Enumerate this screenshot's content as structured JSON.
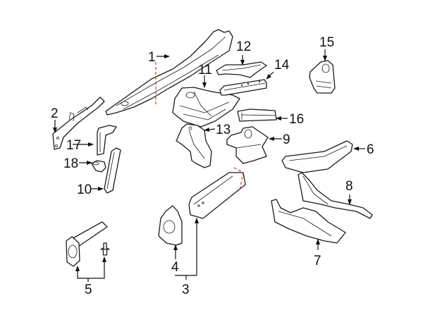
{
  "diagram": {
    "type": "exploded-parts-diagram",
    "callouts": [
      {
        "id": "1",
        "label": "1"
      },
      {
        "id": "2",
        "label": "2"
      },
      {
        "id": "3",
        "label": "3"
      },
      {
        "id": "4",
        "label": "4"
      },
      {
        "id": "5",
        "label": "5"
      },
      {
        "id": "6",
        "label": "6"
      },
      {
        "id": "7",
        "label": "7"
      },
      {
        "id": "8",
        "label": "8"
      },
      {
        "id": "9",
        "label": "9"
      },
      {
        "id": "10",
        "label": "10"
      },
      {
        "id": "11",
        "label": "11"
      },
      {
        "id": "12",
        "label": "12"
      },
      {
        "id": "13",
        "label": "13"
      },
      {
        "id": "14",
        "label": "14"
      },
      {
        "id": "15",
        "label": "15"
      },
      {
        "id": "16",
        "label": "16"
      },
      {
        "id": "17",
        "label": "17"
      },
      {
        "id": "18",
        "label": "18"
      }
    ],
    "colors": {
      "line": "#1a1a1a",
      "cut_line": "#c0392b",
      "background": "#ffffff"
    }
  }
}
